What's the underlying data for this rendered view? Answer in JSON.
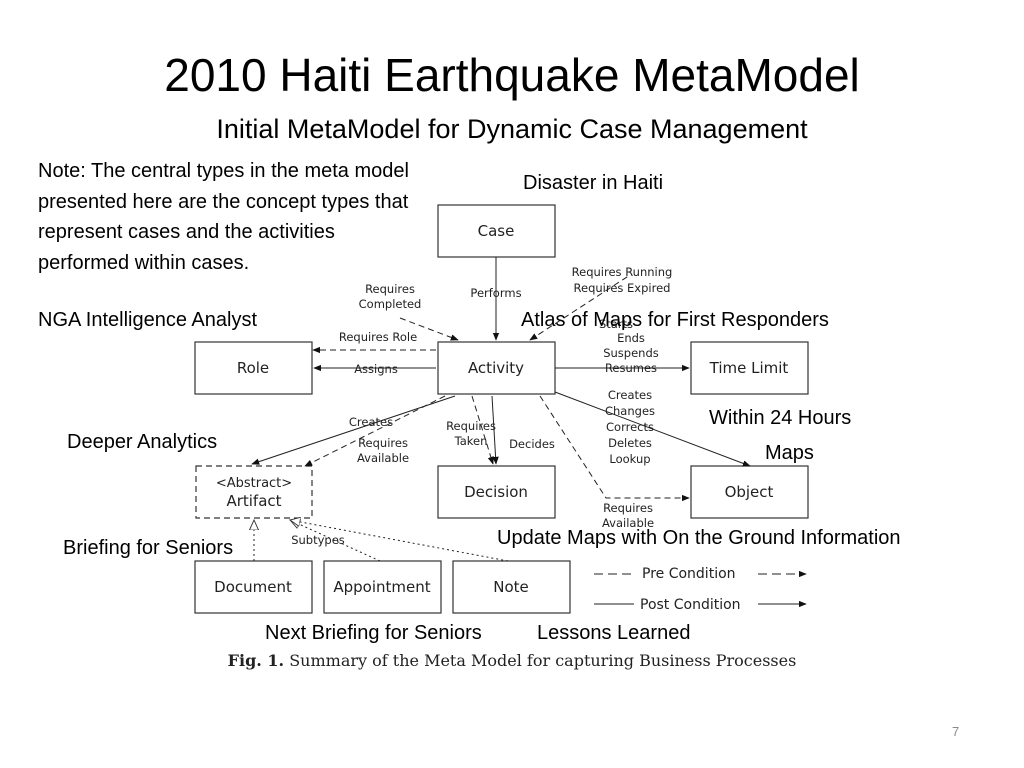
{
  "slide": {
    "title": "2010 Haiti Earthquake MetaModel",
    "subtitle": "Initial MetaModel for Dynamic Case Management",
    "note": "Note: The central types in the meta model presented here are the concept types that represent cases and the activities performed within cases.",
    "page_number": "7"
  },
  "annotations": {
    "disaster": "Disaster in Haiti",
    "nga": "NGA Intelligence Analyst",
    "atlas": "Atlas of Maps for First Responders",
    "within": "Within 24 Hours",
    "maps": "Maps",
    "deeper": "Deeper Analytics",
    "briefing": "Briefing for Seniors",
    "update": "Update Maps with On the Ground Information",
    "next_briefing": "Next Briefing for Seniors",
    "lessons": "Lessons Learned"
  },
  "diagram": {
    "nodes": {
      "case": "Case",
      "activity": "Activity",
      "role": "Role",
      "time_limit": "Time Limit",
      "decision": "Decision",
      "object": "Object",
      "artifact_stereo": "<Abstract>",
      "artifact": "Artifact",
      "document": "Document",
      "appointment": "Appointment",
      "note": "Note"
    },
    "edges": {
      "performs": "Performs",
      "requires_running": "Requires Running",
      "requires_expired": "Requires Expired",
      "requires_completed_1": "Requires",
      "requires_completed_2": "Completed",
      "requires_role": "Requires Role",
      "assigns": "Assigns",
      "tl_starts": "Starts",
      "tl_ends": "Ends",
      "tl_suspends": "Suspends",
      "tl_resumes": "Resumes",
      "creates": "Creates",
      "requires_available_1": "Requires",
      "requires_available_2": "Available",
      "requires_taken_1": "Requires",
      "requires_taken_2": "Taken",
      "decides": "Decides",
      "obj_creates": "Creates",
      "obj_changes": "Changes",
      "obj_corrects": "Corrects",
      "obj_deletes": "Deletes",
      "obj_lookup": "Lookup",
      "obj_requires_1": "Requires",
      "obj_requires_2": "Available",
      "subtypes": "Subtypes"
    },
    "legend": {
      "pre": "Pre Condition",
      "post": "Post Condition"
    }
  },
  "caption": {
    "label": "Fig. 1.",
    "text": "Summary of the Meta Model for capturing Business Processes"
  }
}
